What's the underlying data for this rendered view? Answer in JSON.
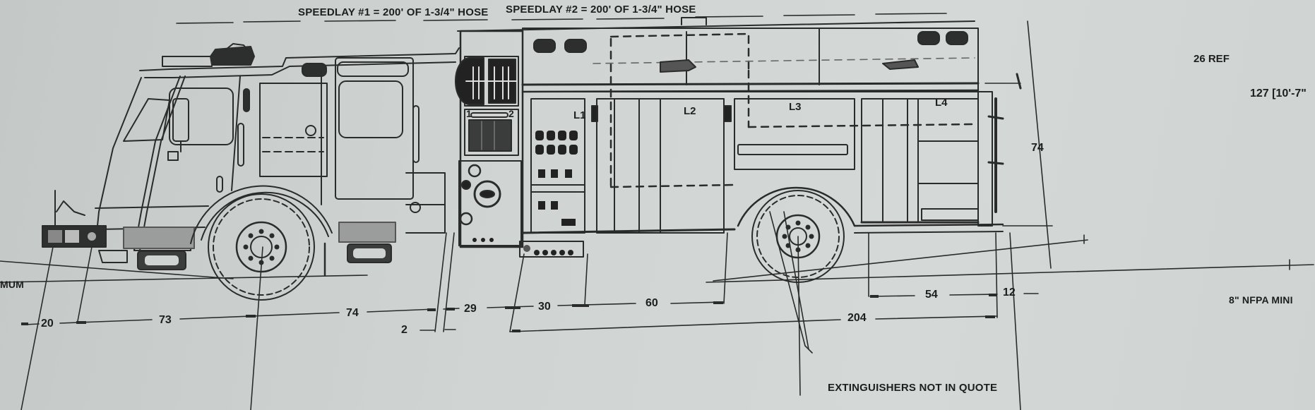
{
  "drawing": {
    "title_notes": {
      "speedlay_1": "SPEEDLAY #1 = 200' OF 1-3/4\" HOSE",
      "speedlay_2": "SPEEDLAY #2 = 200' OF 1-3/4\" HOSE"
    },
    "compartments": {
      "l1": "L1",
      "l2": "L2",
      "l3": "L3",
      "l4": "L4",
      "speedlay_1_marker": "1",
      "speedlay_2_marker": "2"
    },
    "dimensions": {
      "front_overhang": "20",
      "front_axle_to_cab": "73",
      "cab_to_pump": "74",
      "pump_gap": "2",
      "pump_panel": "29",
      "l1_width": "30",
      "l2_width": "60",
      "wheelbase": "204",
      "rear_compartment": "54",
      "rear_overhang": "12",
      "body_height": "74",
      "overall_height": "127 [10'-7\"",
      "top_ref": "26 REF"
    },
    "annotations": {
      "ground_clearance": "8\" NFPA MINI",
      "left_clearance": "MUM",
      "extinguishers": "EXTINGUISHERS NOT IN QUOTE"
    },
    "colors": {
      "paper": "#cfd3d1",
      "ink": "#1d1f1e",
      "shading": "#3a3d3c"
    }
  }
}
